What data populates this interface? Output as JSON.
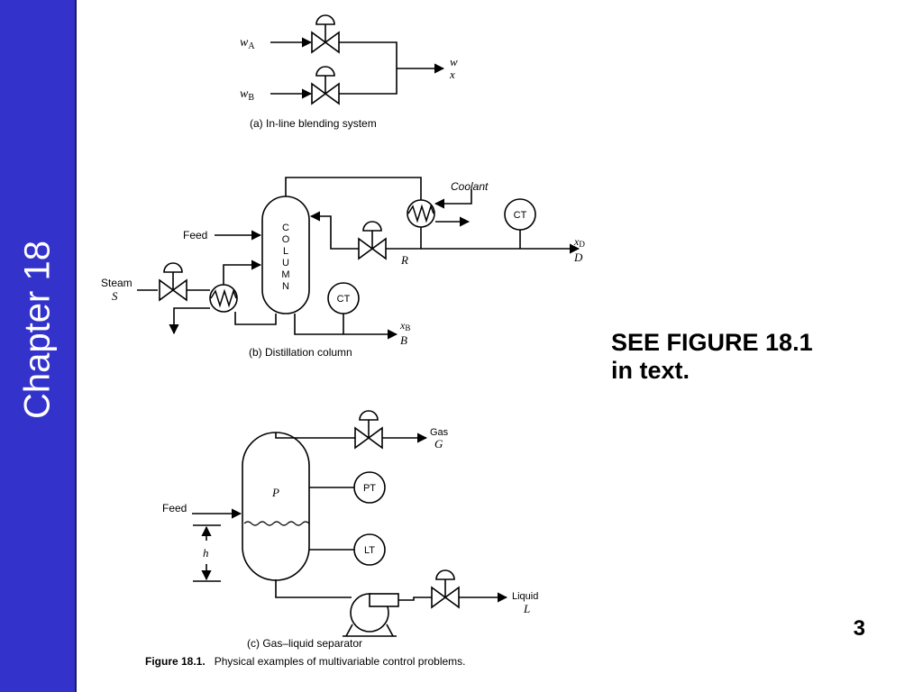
{
  "sidebar": {
    "title": "Chapter 18"
  },
  "note": {
    "line1": "SEE FIGURE 18.1",
    "line2": "in text."
  },
  "slide_number": "3",
  "figure": {
    "caption_label": "Figure 18.1.",
    "caption_text": "Physical examples of multivariable control problems.",
    "panel_a": {
      "caption": "(a) In-line blending system",
      "input_a": "w",
      "input_a_sub": "A",
      "input_b": "w",
      "input_b_sub": "B",
      "output_w": "w",
      "output_x": "x"
    },
    "panel_b": {
      "caption": "(b) Distillation column",
      "column_letters": [
        "C",
        "O",
        "L",
        "U",
        "M",
        "N"
      ],
      "coolant": "Coolant",
      "feed": "Feed",
      "steam": "Steam",
      "steam_symbol": "S",
      "reflux": "R",
      "ct_top": "CT",
      "ct_bottom": "CT",
      "top_x": "x",
      "top_x_sub": "D",
      "top_flow": "D",
      "bottom_x": "x",
      "bottom_x_sub": "B",
      "bottom_flow": "B"
    },
    "panel_c": {
      "caption": "(c) Gas–liquid separator",
      "gas": "Gas",
      "gas_symbol": "G",
      "pressure": "P",
      "pt": "PT",
      "lt": "LT",
      "feed": "Feed",
      "level": "h",
      "liquid": "Liquid",
      "liquid_symbol": "L"
    }
  }
}
